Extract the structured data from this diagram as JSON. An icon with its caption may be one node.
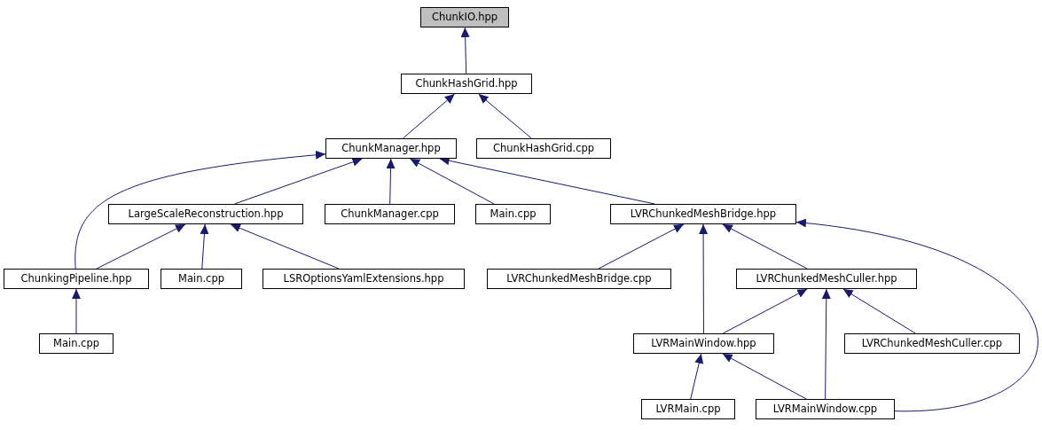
{
  "diagram": {
    "nodes": [
      {
        "text": [
          "ChunkIO.hpp"
        ]
      },
      {
        "text": [
          "ChunkHashGrid.hpp"
        ]
      },
      {
        "text": [
          "ChunkManager.hpp"
        ]
      },
      {
        "text": [
          "ChunkHashGrid.cpp"
        ]
      },
      {
        "text": [
          "LargeScaleReconstruction.hpp"
        ]
      },
      {
        "text": [
          "ChunkManager.cpp"
        ]
      },
      {
        "text": [
          "Main.cpp"
        ]
      },
      {
        "text": [
          "LVRChunkedMeshBridge.hpp"
        ]
      },
      {
        "text": [
          "ChunkingPipeline.hpp"
        ]
      },
      {
        "text": [
          "Main.cpp"
        ]
      },
      {
        "text": [
          "LSROptionsYamlExtensions.hpp"
        ]
      },
      {
        "text": [
          "LVRChunkedMeshBridge.cpp"
        ]
      },
      {
        "text": [
          "LVRChunkedMeshCuller.hpp"
        ]
      },
      {
        "text": [
          "Main.cpp"
        ]
      },
      {
        "text": [
          "LVRMainWindow.hpp"
        ]
      },
      {
        "text": [
          "LVRChunkedMeshCuller.cpp"
        ]
      },
      {
        "text": [
          "LVRMain.cpp"
        ]
      },
      {
        "text": [
          "LVRMainWindow.cpp"
        ]
      }
    ],
    "edges": [
      {
        "from": 1,
        "to": 0,
        "arrow": "to"
      },
      {
        "from": 2,
        "to": 1,
        "arrow": "to"
      },
      {
        "from": 3,
        "to": 1,
        "arrow": "to"
      },
      {
        "from": 8,
        "to": 2,
        "arrow": "to"
      },
      {
        "from": 4,
        "to": 2,
        "arrow": "to"
      },
      {
        "from": 5,
        "to": 2,
        "arrow": "to"
      },
      {
        "from": 6,
        "to": 2,
        "arrow": "to"
      },
      {
        "from": 7,
        "to": 2,
        "arrow": "to"
      },
      {
        "from": 8,
        "to": 4,
        "arrow": "to"
      },
      {
        "from": 9,
        "to": 4,
        "arrow": "to"
      },
      {
        "from": 10,
        "to": 4,
        "arrow": "to"
      },
      {
        "from": 11,
        "to": 7,
        "arrow": "to"
      },
      {
        "from": 14,
        "to": 7,
        "arrow": "to"
      },
      {
        "from": 12,
        "to": 7,
        "arrow": "to"
      },
      {
        "from": 17,
        "to": 7,
        "arrow": "to"
      },
      {
        "from": 13,
        "to": 8,
        "arrow": "to"
      },
      {
        "from": 14,
        "to": 12,
        "arrow": "to"
      },
      {
        "from": 17,
        "to": 12,
        "arrow": "to"
      },
      {
        "from": 15,
        "to": 12,
        "arrow": "to"
      },
      {
        "from": 16,
        "to": 14,
        "arrow": "to"
      },
      {
        "from": 17,
        "to": 14,
        "arrow": "to"
      }
    ]
  }
}
